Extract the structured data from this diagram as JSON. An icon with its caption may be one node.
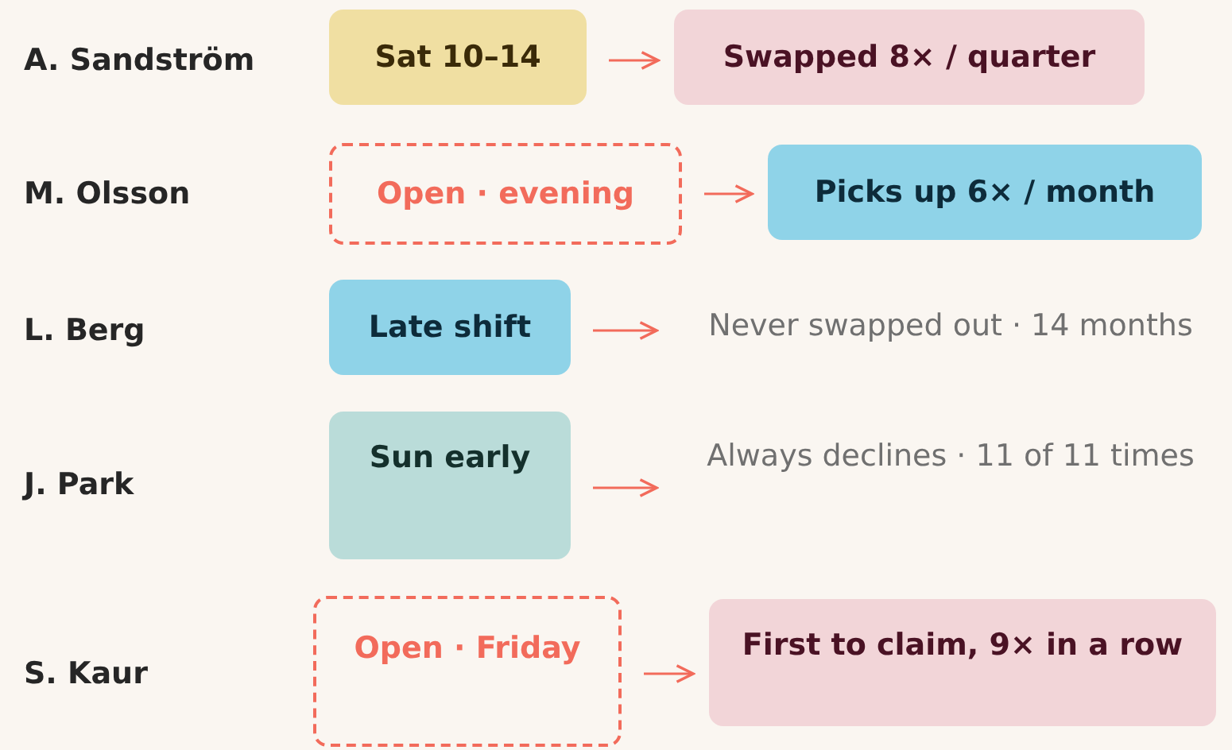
{
  "diagram": {
    "nodes": [
      {
        "text": [
          "Sat 10–14"
        ]
      },
      {
        "text": [
          "Swapped 8× / quarter"
        ]
      },
      {
        "text": [
          "Open · evening"
        ]
      },
      {
        "text": [
          "Picks up 6× / month"
        ]
      },
      {
        "text": [
          "Late shift"
        ]
      },
      {
        "text": [
          "Never swapped out · 14 months"
        ]
      },
      {
        "text": [
          "Sun early"
        ]
      },
      {
        "text": [
          "Always declines · 11 of 11 times"
        ]
      },
      {
        "text": [
          "Open · Friday"
        ]
      },
      {
        "text": [
          "First to claim, 9× in a row"
        ]
      }
    ],
    "edges": [
      {
        "from": 0,
        "to": 1,
        "arrow": "to"
      },
      {
        "from": 2,
        "to": 3,
        "arrow": "to"
      },
      {
        "from": 4,
        "to": 5,
        "arrow": "to"
      },
      {
        "from": 6,
        "to": 7,
        "arrow": "to"
      },
      {
        "from": 8,
        "to": 9,
        "arrow": "to"
      }
    ],
    "labels": [
      "A. Sandström",
      "M. Olsson",
      "L. Berg",
      "J. Park",
      "S. Kaur"
    ]
  }
}
